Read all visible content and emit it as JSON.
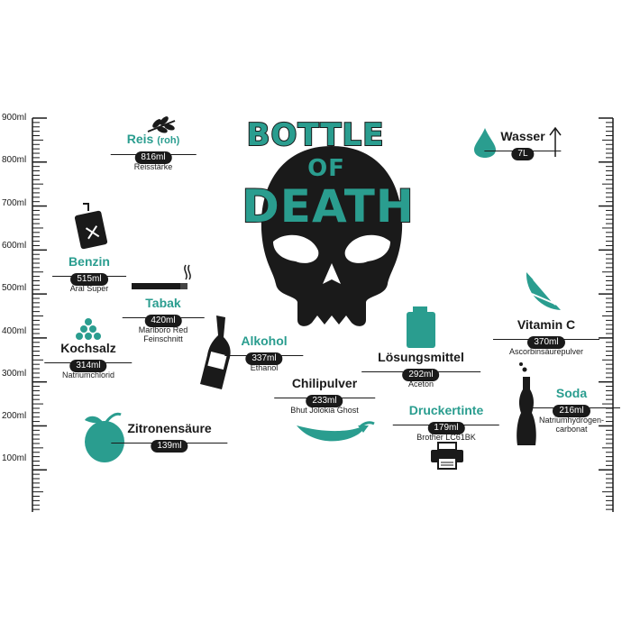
{
  "title": {
    "line1": "BOTTLE",
    "line2": "OF",
    "line3": "DEATH"
  },
  "scale": {
    "labels": [
      "900ml",
      "800ml",
      "700ml",
      "600ml",
      "500ml",
      "400ml",
      "300ml",
      "200ml",
      "100ml"
    ]
  },
  "colors": {
    "accent": "#2a9d8f",
    "dark": "#1a1a1a"
  },
  "items": {
    "reis": {
      "name": "Reis",
      "name_suffix": "(roh)",
      "volume": "816ml",
      "desc": "Reisstärke",
      "icon": "rice-icon"
    },
    "benzin": {
      "name": "Benzin",
      "volume": "515ml",
      "desc": "Aral Super",
      "icon": "fuel-canister-icon"
    },
    "tabak": {
      "name": "Tabak",
      "volume": "420ml",
      "desc1": "Marlboro Red",
      "desc2": "Feinschnitt",
      "icon": "cigarette-icon"
    },
    "kochsalz": {
      "name": "Kochsalz",
      "volume": "314ml",
      "desc": "Natriumchlorid",
      "icon": "salt-pile-icon"
    },
    "alkohol": {
      "name": "Alkohol",
      "volume": "337ml",
      "desc": "Ethanol",
      "icon": "liquor-bottle-icon"
    },
    "zitronensaeure": {
      "name": "Zitronensäure",
      "volume": "139ml",
      "icon": "lemon-icon"
    },
    "chilipulver": {
      "name": "Chilipulver",
      "volume": "233ml",
      "desc": "Bhut Jolokia Ghost",
      "icon": "chili-icon"
    },
    "loesungsmittel": {
      "name": "Lösungsmittel",
      "volume": "292ml",
      "desc": "Aceton",
      "icon": "solvent-can-icon"
    },
    "druckertinte": {
      "name": "Druckertinte",
      "volume": "179ml",
      "desc": "Brother LC61BK",
      "icon": "printer-icon"
    },
    "wasser": {
      "name": "Wasser",
      "volume": "7L",
      "icon": "water-drop-icon"
    },
    "vitamin_c": {
      "name": "Vitamin C",
      "volume": "370ml",
      "desc": "Ascorbinsäurepulver",
      "icon": "citrus-slice-icon"
    },
    "soda": {
      "name": "Soda",
      "volume": "216ml",
      "desc1": "Natriumhydrogen-",
      "desc2": "carbonat",
      "icon": "soda-bottle-icon"
    }
  }
}
